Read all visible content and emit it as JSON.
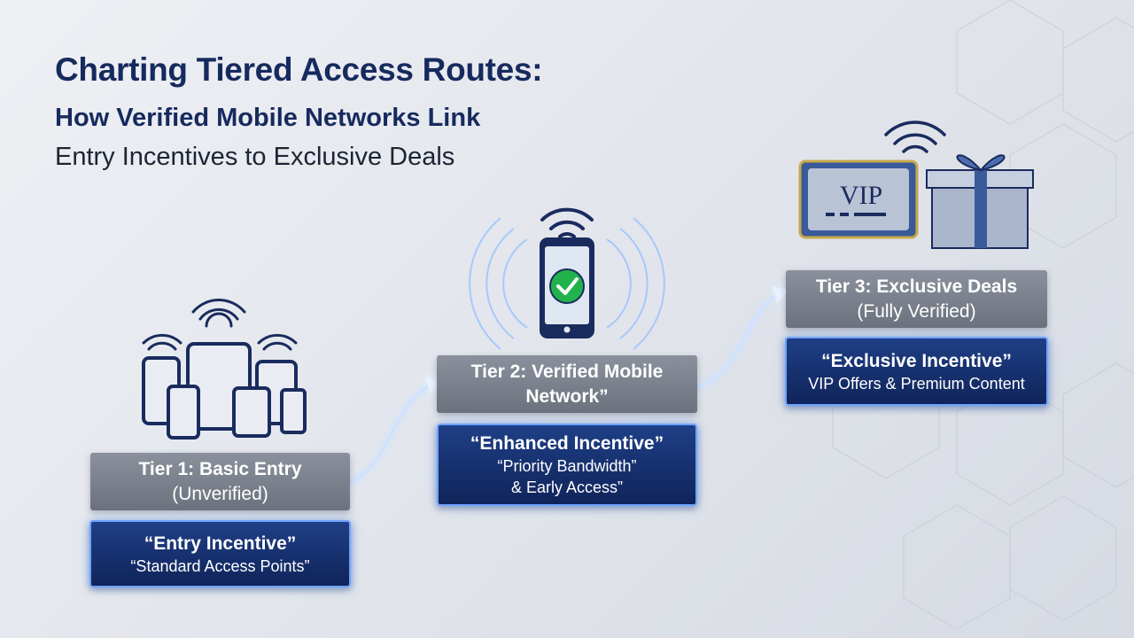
{
  "title": {
    "line1": "Charting Tiered Access Routes:",
    "line2": "How Verified Mobile Networks Link",
    "line3": "Entry Incentives to Exclusive Deals"
  },
  "tiers": [
    {
      "name": "Tier 1: Basic Entry",
      "status": "(Unverified)",
      "incentive": "“Entry Incentive”",
      "detail": [
        "“Standard Access Points”"
      ]
    },
    {
      "name": "Tier 2: Verified Mobile Network”",
      "status": "",
      "incentive": "“Enhanced Incentive”",
      "detail": [
        "“Priority Bandwidth”",
        "& Early Access”"
      ]
    },
    {
      "name": "Tier 3: Exclusive Deals",
      "status": "(Fully Verified)",
      "incentive": "“Exclusive Incentive”",
      "detail": [
        "VIP Offers & Premium Content"
      ]
    }
  ],
  "vip_card": {
    "label": "VIP"
  },
  "icons": {
    "tier1": "devices-wifi-icon",
    "tier2": "verified-phone-icon",
    "tier3": [
      "vip-card-icon",
      "gift-box-icon",
      "wifi-icon"
    ],
    "connectors": "glowing-arrow-icon"
  },
  "colors": {
    "navy": "#162a5e",
    "tier_head": "#7b818c",
    "incentive_bg": "#14306e",
    "glow": "#7fb4ff",
    "check": "#22b24c"
  }
}
